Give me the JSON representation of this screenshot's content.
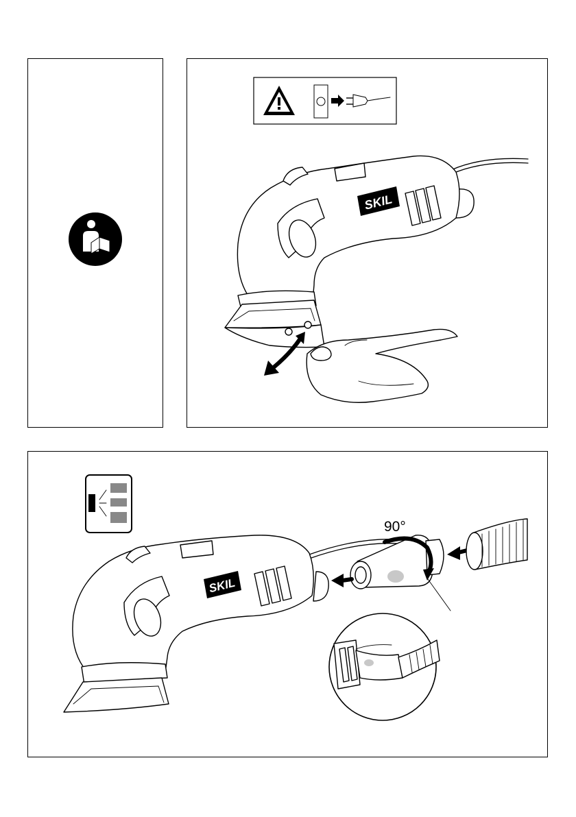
{
  "panels": {
    "left": {
      "icon": "read-manual-icon"
    },
    "top": {
      "icons": [
        "warning-triangle-icon",
        "unplug-from-socket-icon"
      ],
      "brand": "SKIL",
      "arrow_icon": "swivel-double-arrow-icon"
    },
    "bottom": {
      "icons": [
        "dust-extraction-adapter-icon",
        "push-arrow-icon",
        "rotate-arrow-icon"
      ],
      "brand": "SKIL",
      "angle_label": "90°"
    }
  },
  "colors": {
    "ink": "#000000",
    "paper": "#ffffff",
    "highlight": "#c8c8c8"
  }
}
